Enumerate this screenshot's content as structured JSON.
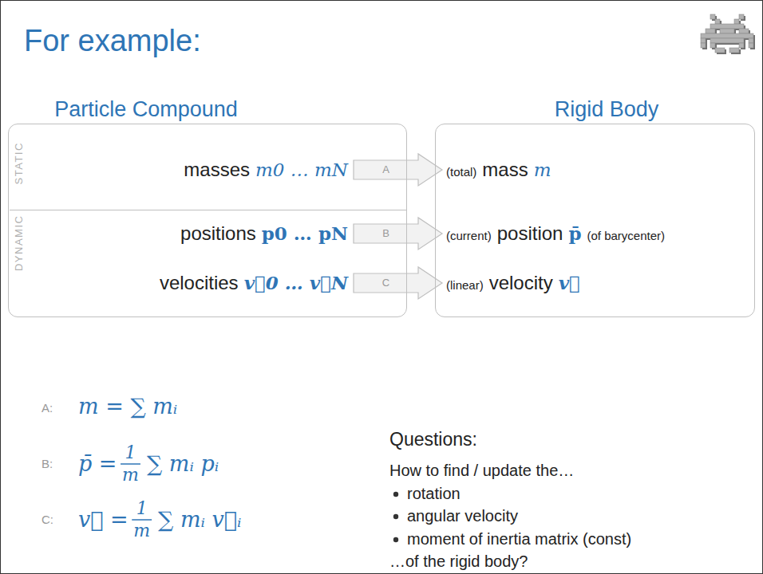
{
  "diagram": {
    "title": "For example:",
    "nodes": [
      {
        "text": [
          "Particle Compound"
        ]
      },
      {
        "text": [
          "STATIC"
        ],
        "in": 0
      },
      {
        "text": [
          "masses",
          "m0 … mN"
        ],
        "in": 1
      },
      {
        "text": [
          "DYNAMIC"
        ],
        "in": 0
      },
      {
        "text": [
          "positions",
          "p0 … pN"
        ],
        "in": 3
      },
      {
        "text": [
          "velocities",
          "v⃗0 … v⃗N"
        ],
        "in": 3
      },
      {
        "text": [
          "Rigid Body"
        ]
      },
      {
        "text": [
          "(total)",
          "mass",
          "m"
        ],
        "in": 6
      },
      {
        "text": [
          "(current)",
          "position",
          "p̄",
          "(of barycenter)"
        ],
        "in": 6
      },
      {
        "text": [
          "(linear)",
          "velocity",
          "v⃗"
        ],
        "in": 6
      }
    ],
    "edges": [
      {
        "from": 2,
        "to": 7,
        "arrow": "to",
        "label": "A"
      },
      {
        "from": 4,
        "to": 8,
        "arrow": "to",
        "label": "B"
      },
      {
        "from": 5,
        "to": 9,
        "arrow": "to",
        "label": "C"
      }
    ],
    "labels": [
      "A:",
      "m = ∑ mᵢ",
      "B:",
      "p̄ =",
      "1",
      "m",
      "∑ mᵢ pᵢ",
      "C:",
      "v⃗ =",
      "1",
      "m",
      "∑ mᵢ v⃗ᵢ",
      "Questions:",
      "How to find / update the…",
      "rotation",
      "angular velocity",
      "moment of inertia matrix (const)",
      "…of the rigid body?"
    ]
  }
}
